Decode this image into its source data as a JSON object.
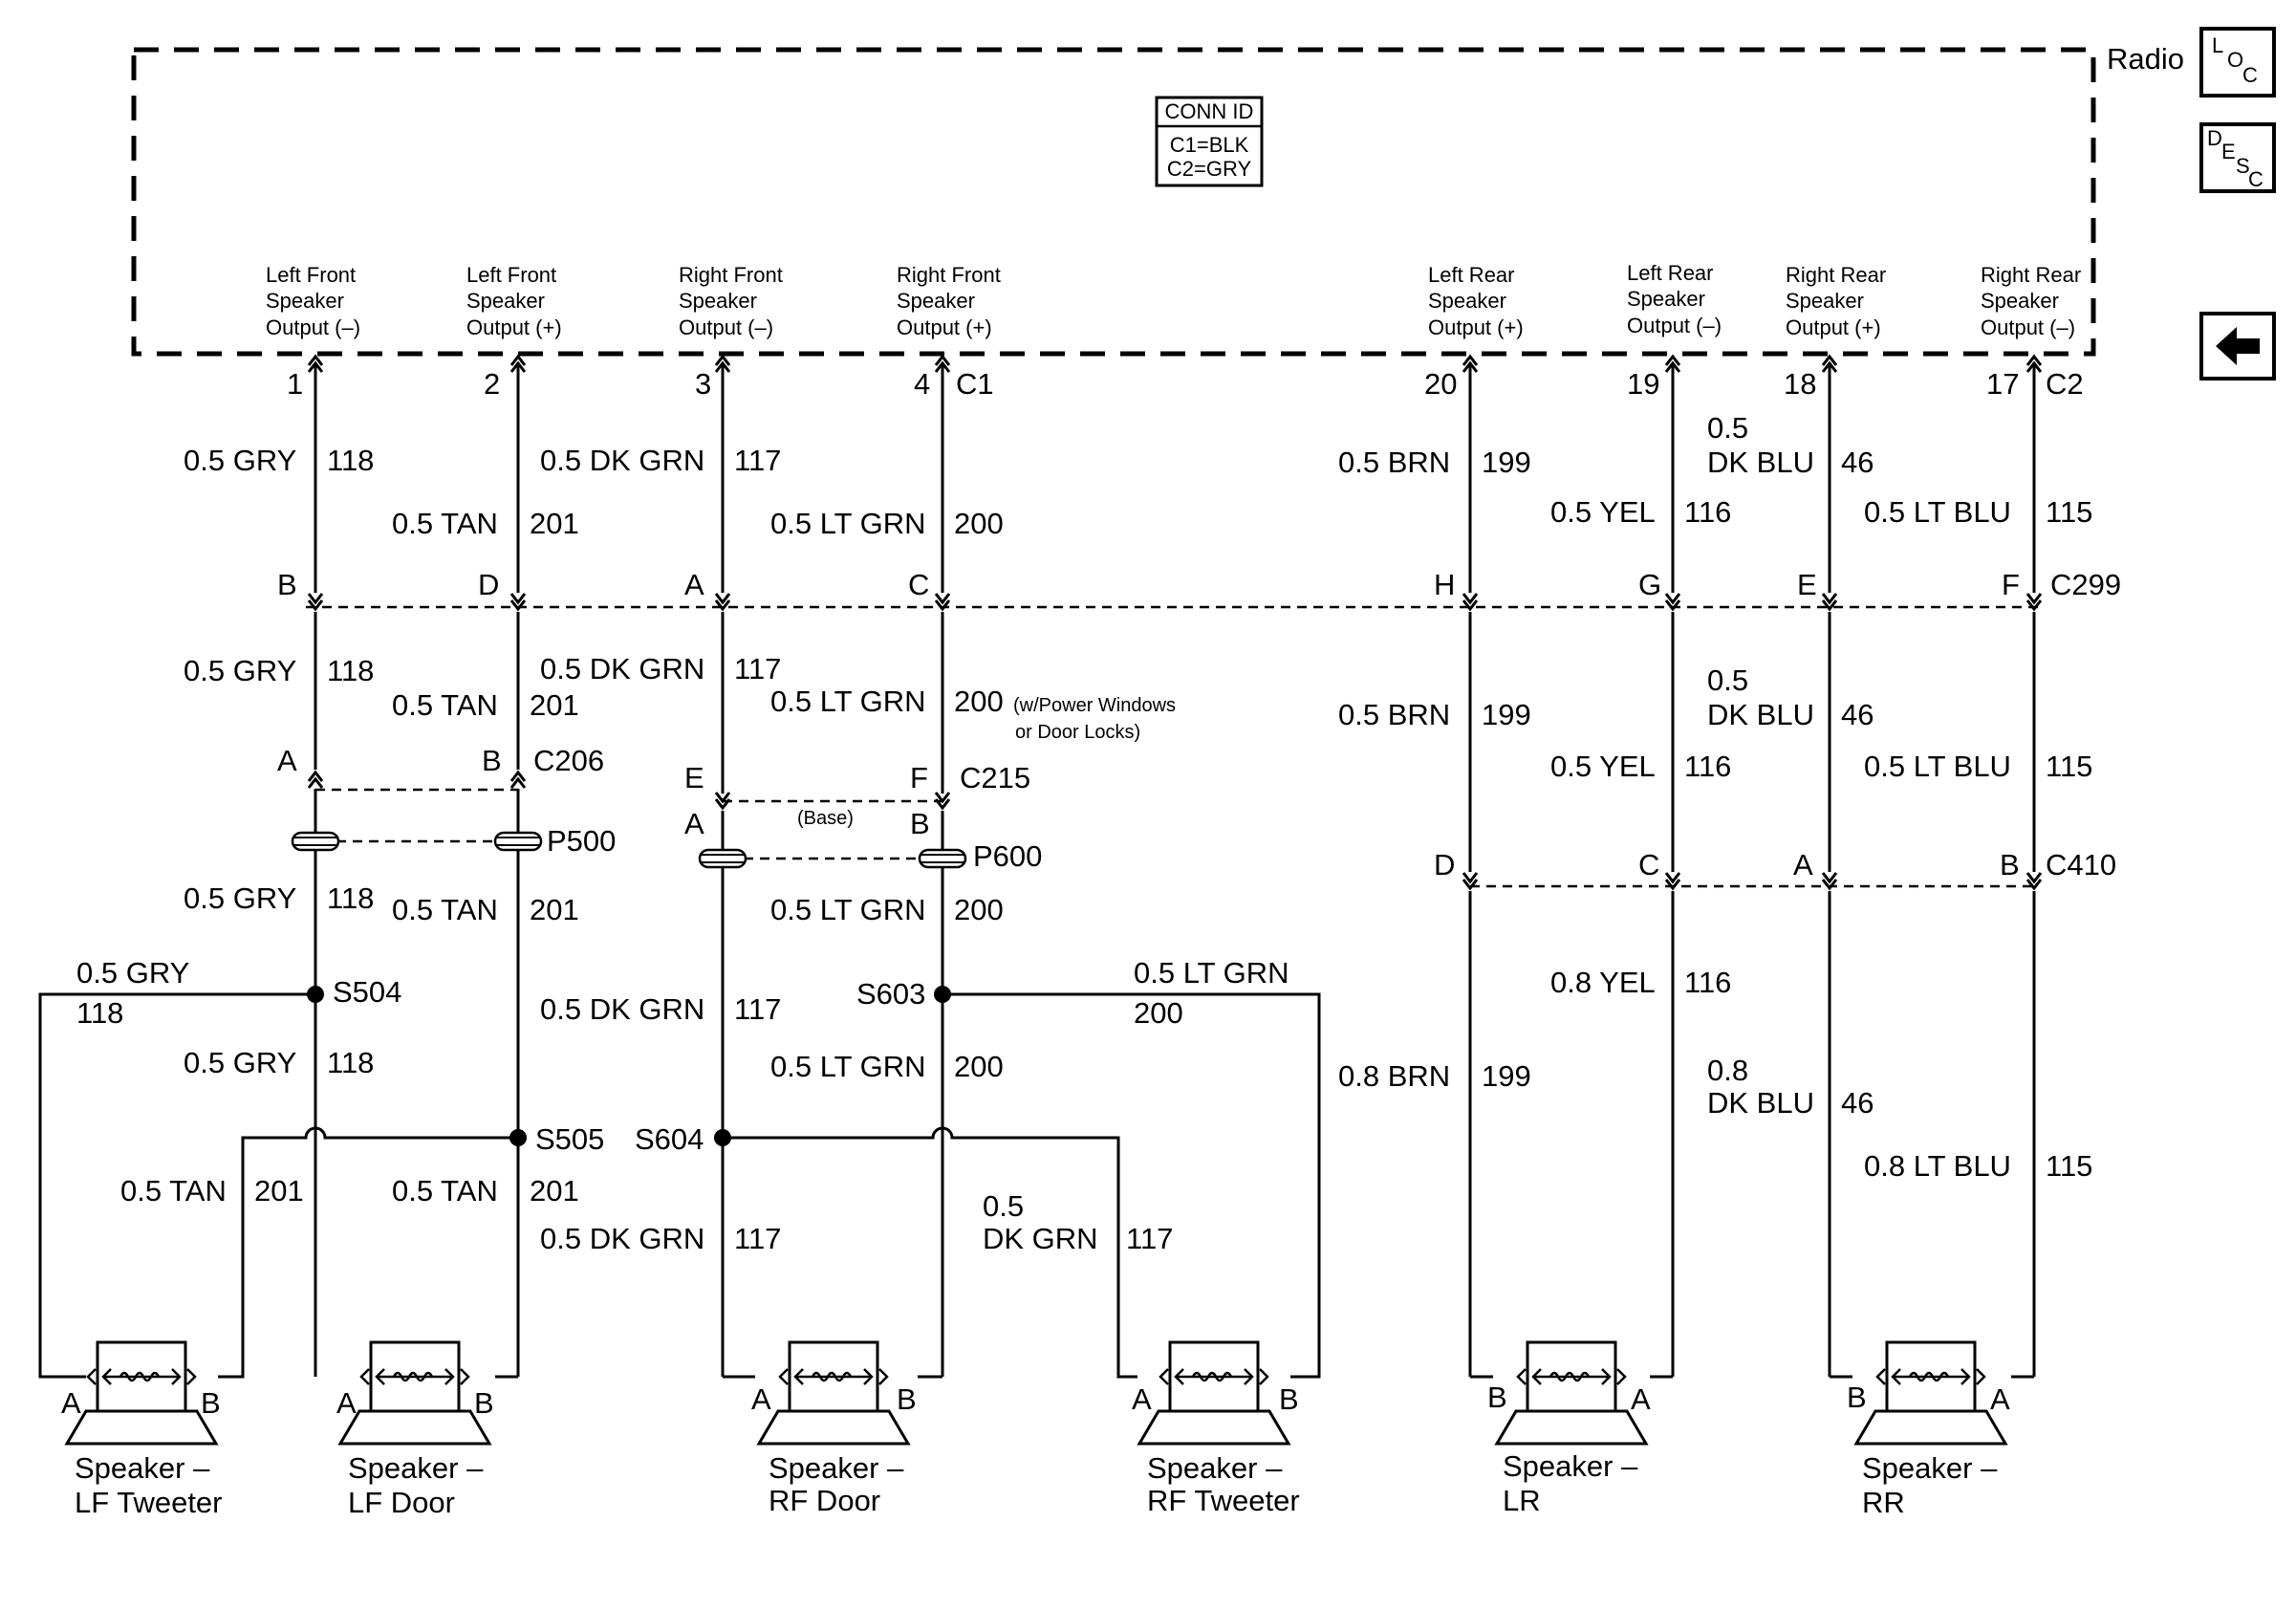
{
  "radio": {
    "title": "Radio",
    "conn_id_title": "CONN ID",
    "conn_c1": "C1=BLK",
    "conn_c2": "C2=GRY"
  },
  "nav": {
    "loc": [
      "L",
      "O",
      "C"
    ],
    "desc": [
      "D",
      "E",
      "S",
      "C"
    ],
    "back_icon": "left-arrow-icon"
  },
  "outputs": [
    {
      "l1": "Left Front",
      "l2": "Speaker",
      "l3": "Output (–)"
    },
    {
      "l1": "Left Front",
      "l2": "Speaker",
      "l3": "Output (+)"
    },
    {
      "l1": "Right Front",
      "l2": "Speaker",
      "l3": "Output (–)"
    },
    {
      "l1": "Right Front",
      "l2": "Speaker",
      "l3": "Output (+)"
    },
    {
      "l1": "Left Rear",
      "l2": "Speaker",
      "l3": "Output (+)"
    },
    {
      "l1": "Left Rear",
      "l2": "Speaker",
      "l3": "Output (–)"
    },
    {
      "l1": "Right Rear",
      "l2": "Speaker",
      "l3": "Output (+)"
    },
    {
      "l1": "Right Rear",
      "l2": "Speaker",
      "l3": "Output (–)"
    }
  ],
  "pins": [
    "1",
    "2",
    "3",
    "4",
    "20",
    "19",
    "18",
    "17"
  ],
  "connectors": {
    "c1": "C1",
    "c2": "C2",
    "c299": "C299",
    "c206": "C206",
    "c215": "C215",
    "c410": "C410",
    "p500": "P500",
    "p600": "P600",
    "base": "(Base)",
    "c299_pins": [
      "B",
      "D",
      "A",
      "C",
      "H",
      "G",
      "E",
      "F"
    ],
    "c206_pins": [
      "A",
      "B"
    ],
    "c215_pins": [
      "E",
      "F"
    ],
    "p600_pins": [
      "A",
      "B"
    ],
    "c410_pins": [
      "D",
      "C",
      "A",
      "B"
    ]
  },
  "splices": {
    "s504": "S504",
    "s505": "S505",
    "s603": "S603",
    "s604": "S604"
  },
  "wires": {
    "gry": "0.5 GRY",
    "c118": "118",
    "tan": "0.5 TAN",
    "c201": "201",
    "dkgrn": "0.5 DK GRN",
    "c117": "117",
    "ltgrn": "0.5 LT GRN",
    "c200": "200",
    "brn": "0.5 BRN",
    "c199": "199",
    "yel": "0.5 YEL",
    "c116": "116",
    "dkblu_a": "0.5",
    "dkblu_b": "DK BLU",
    "c46": "46",
    "ltblu": "0.5 LT BLU",
    "c115": "115",
    "note1": "(w/Power Windows",
    "note2": "or Door Locks)",
    "rf_dkgrn_a": "0.5",
    "rf_dkgrn_b": "DK GRN",
    "yel08": "0.8 YEL",
    "brn08": "0.8 BRN",
    "dkblu08_a": "0.8",
    "dkblu08_b": "DK BLU",
    "ltblu08": "0.8 LT BLU"
  },
  "speakers": [
    {
      "l1": "Speaker –",
      "l2": "LF Tweeter",
      "a": "A",
      "b": "B"
    },
    {
      "l1": "Speaker –",
      "l2": "LF Door",
      "a": "A",
      "b": "B"
    },
    {
      "l1": "Speaker –",
      "l2": "RF Door",
      "a": "A",
      "b": "B"
    },
    {
      "l1": "Speaker –",
      "l2": "RF Tweeter",
      "a": "A",
      "b": "B"
    },
    {
      "l1": "Speaker –",
      "l2": "LR",
      "a": "B",
      "b": "A"
    },
    {
      "l1": "Speaker –",
      "l2": "RR",
      "a": "B",
      "b": "A"
    }
  ]
}
